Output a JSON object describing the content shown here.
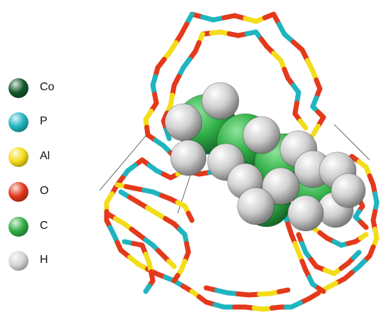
{
  "legend": {
    "items": [
      {
        "label": "Co",
        "color": "#145a2c"
      },
      {
        "label": "P",
        "color": "#1fb5bf"
      },
      {
        "label": "Al",
        "color": "#f3dd1a"
      },
      {
        "label": "O",
        "color": "#e4391b"
      },
      {
        "label": "C",
        "color": "#2fae45"
      },
      {
        "label": "H",
        "color": "#d4d4d4"
      }
    ]
  },
  "bond_colors": {
    "oxygen": "#e4391b",
    "phosphorus": "#1fb5bf",
    "aluminium": "#f3dd1a",
    "cobalt": "#145a2c"
  },
  "guest_colors": {
    "carbon": "#2fae45",
    "hydrogen": "#d4d4d4"
  }
}
